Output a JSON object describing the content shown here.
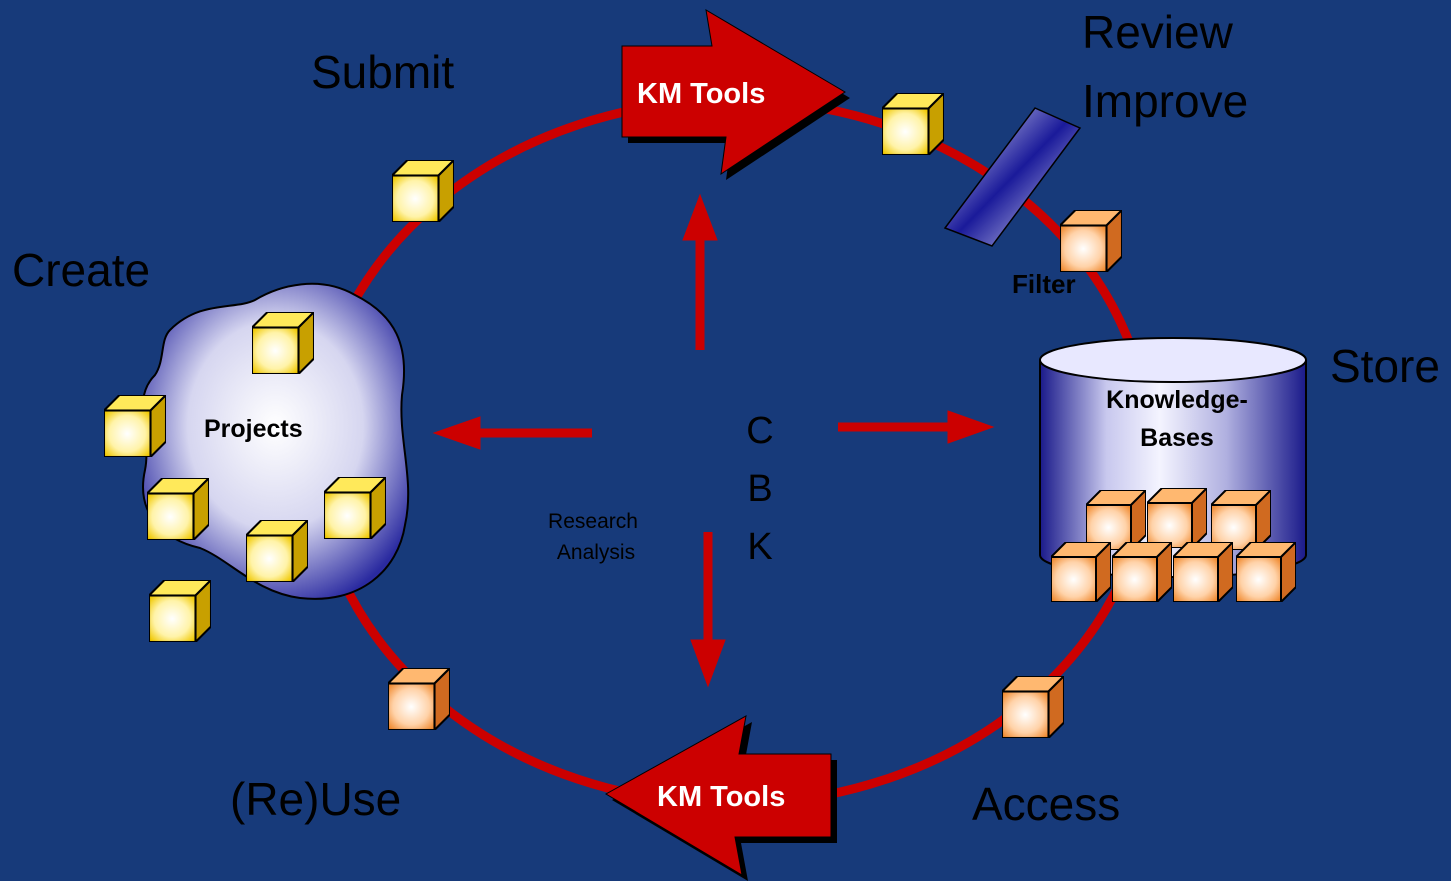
{
  "colors": {
    "background": "#173a7a",
    "cycle": "#cc0000",
    "yellow_cube": "#f5d000",
    "orange_cube": "#f59a3a",
    "cylinder": "#202090"
  },
  "stages": {
    "create": "Create",
    "submit": "Submit",
    "review": "Review",
    "improve": "Improve",
    "store": "Store",
    "access": "Access",
    "reuse": "(Re)Use"
  },
  "tools_top": "KM Tools",
  "tools_bottom": "KM Tools",
  "filter_label": "Filter",
  "projects_label": "Projects",
  "kb_line1": "Knowledge-",
  "kb_line2": "Bases",
  "center": {
    "c": "C",
    "b": "B",
    "k": "K"
  },
  "research": "Research",
  "analysis": "Analysis",
  "icons": [
    "cube-icon",
    "database-icon",
    "filter-icon",
    "cloud-icon",
    "arrow-icon"
  ]
}
